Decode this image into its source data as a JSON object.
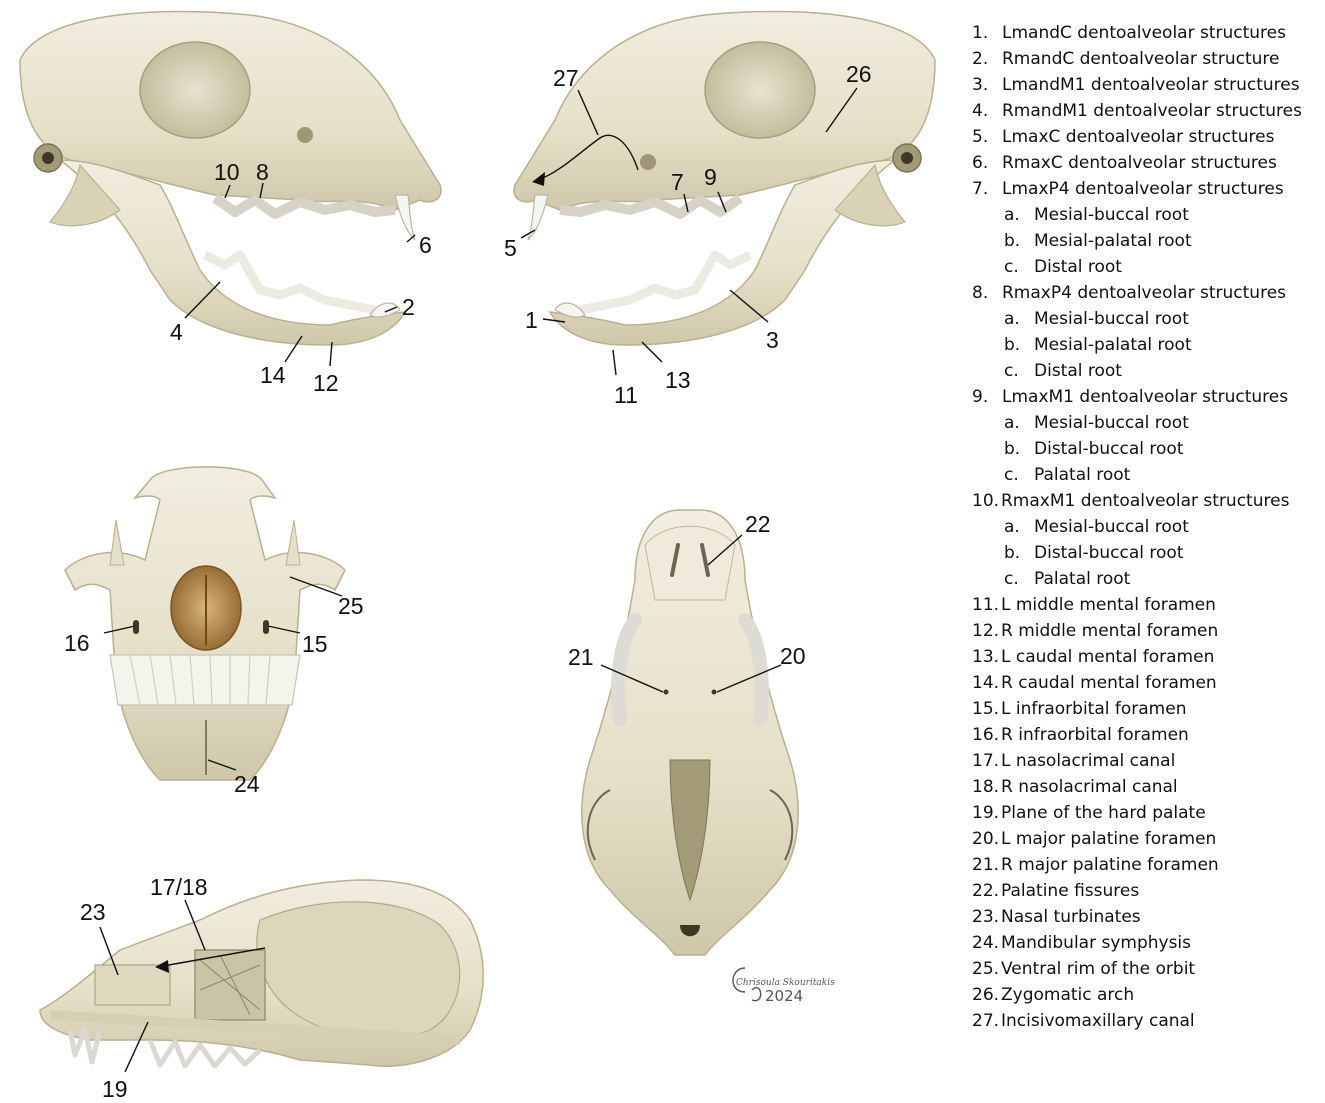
{
  "callouts": {
    "c1": "1",
    "c2": "2",
    "c3": "3",
    "c4": "4",
    "c5": "5",
    "c6": "6",
    "c7": "7",
    "c8": "8",
    "c9": "9",
    "c10": "10",
    "c11": "11",
    "c12": "12",
    "c13": "13",
    "c14": "14",
    "c15": "15",
    "c16": "16",
    "c1718": "17/18",
    "c19": "19",
    "c20": "20",
    "c21": "21",
    "c22": "22",
    "c23": "23",
    "c24": "24",
    "c25": "25",
    "c26": "26",
    "c27": "27"
  },
  "signature": {
    "name": "Chrisoula Skouritakis",
    "year": "2024"
  },
  "legend": [
    {
      "n": "1.",
      "t": "LmandC dentoalveolar structures"
    },
    {
      "n": "2.",
      "t": "RmandC dentoalveolar structure"
    },
    {
      "n": "3.",
      "t": "LmandM1 dentoalveolar structures"
    },
    {
      "n": "4.",
      "t": "RmandM1 dentoalveolar structures"
    },
    {
      "n": "5.",
      "t": "LmaxC dentoalveolar structures"
    },
    {
      "n": "6.",
      "t": "RmaxC dentoalveolar structures"
    },
    {
      "n": "7.",
      "t": "LmaxP4 dentoalveolar structures"
    },
    {
      "s": "a.",
      "t": "Mesial-buccal root"
    },
    {
      "s": "b.",
      "t": "Mesial-palatal root"
    },
    {
      "s": "c.",
      "t": "Distal root"
    },
    {
      "n": "8.",
      "t": "RmaxP4 dentoalveolar structures"
    },
    {
      "s": "a.",
      "t": "Mesial-buccal root"
    },
    {
      "s": "b.",
      "t": "Mesial-palatal root"
    },
    {
      "s": "c.",
      "t": "Distal root"
    },
    {
      "n": "9.",
      "t": "LmaxM1 dentoalveolar structures"
    },
    {
      "s": "a.",
      "t": "Mesial-buccal root"
    },
    {
      "s": "b.",
      "t": "Distal-buccal root"
    },
    {
      "s": "c.",
      "t": "Palatal root"
    },
    {
      "n2": "10.",
      "t": "RmaxM1 dentoalveolar structures"
    },
    {
      "s": "a.",
      "t": "Mesial-buccal root"
    },
    {
      "s": "b.",
      "t": "Distal-buccal root"
    },
    {
      "s": "c.",
      "t": "Palatal root"
    },
    {
      "n2": "11.",
      "t": "L middle mental foramen"
    },
    {
      "n2": "12.",
      "t": "R middle mental foramen"
    },
    {
      "n2": "13.",
      "t": "L caudal mental foramen"
    },
    {
      "n2": "14.",
      "t": "R caudal mental foramen"
    },
    {
      "n2": "15.",
      "t": "L infraorbital foramen"
    },
    {
      "n2": "16.",
      "t": "R infraorbital foramen"
    },
    {
      "n2": "17.",
      "t": "L nasolacrimal canal"
    },
    {
      "n2": "18.",
      "t": "R nasolacrimal canal"
    },
    {
      "n2": "19.",
      "t": "Plane of the hard palate"
    },
    {
      "n2": "20.",
      "t": "L major palatine foramen"
    },
    {
      "n2": "21.",
      "t": "R major palatine foramen"
    },
    {
      "n2": "22.",
      "t": "Palatine fissures"
    },
    {
      "n2": "23.",
      "t": "Nasal turbinates"
    },
    {
      "n2": "24.",
      "t": "Mandibular symphysis"
    },
    {
      "n2": "25.",
      "t": "Ventral rim of the orbit"
    },
    {
      "n2": "26.",
      "t": "Zygomatic arch"
    },
    {
      "n2": "27.",
      "t": "Incisivomaxillary canal"
    }
  ],
  "colors": {
    "bone": "#e9e4cf",
    "bone_shade": "#cfc8ad",
    "bone_dark": "#b2aa8c",
    "tooth": "#f7f7f2",
    "nasal": "#a87b3c",
    "ink": "#111111"
  }
}
